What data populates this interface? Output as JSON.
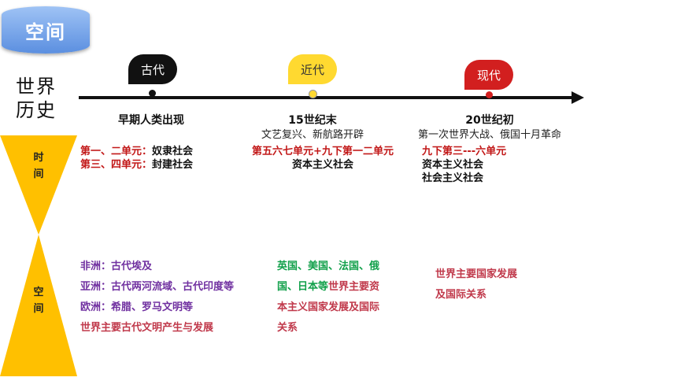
{
  "badge": {
    "label": "空间"
  },
  "side_title": {
    "line1": "世界",
    "line2": "历史"
  },
  "eras": [
    {
      "flag": "古代",
      "title": "早期人类出现",
      "time_lines": [
        "第一、二单元：",
        "奴隶社会",
        "第三、四单元：",
        "封建社会"
      ]
    },
    {
      "flag": "近代",
      "title": "15世纪末",
      "subtitle": "文艺复兴、新航路开辟",
      "time_lines": [
        "第五六七单元+九下第一二单元",
        "资本主义社会"
      ]
    },
    {
      "flag": "现代",
      "title": "20世纪初",
      "subtitle": "第一次世界大战、俄国十月革命",
      "time_lines": [
        "九下第三---六单元",
        "资本主义社会",
        "社会主义社会"
      ]
    }
  ],
  "labels": {
    "time": [
      "时",
      "间"
    ],
    "space": [
      "空",
      "间"
    ]
  },
  "space": {
    "ancient": [
      "非洲：古代埃及",
      "亚洲：古代两河流域、古代印度等",
      "欧洲：希腊、罗马文明等",
      "世界主要古代文明产生与发展"
    ],
    "modern": {
      "green1": "英国、美国、法国、俄",
      "green2": "国、日本等",
      "maroon2": "世界主要资",
      "maroon3": "本主义国家发展及国际",
      "maroon4": "关系"
    },
    "contemporary": [
      "世界主要国家发展",
      "及国际关系"
    ]
  },
  "colors": {
    "badge": "#6a9ae6",
    "hourglass": "#ffc000",
    "axis": "#111111",
    "flag_ancient": "#111111",
    "flag_modern": "#ffd930",
    "flag_contemporary": "#d21f1f",
    "red": "#c21818",
    "purple": "#7030a0",
    "green": "#11a04a",
    "maroon": "#c0394b"
  }
}
